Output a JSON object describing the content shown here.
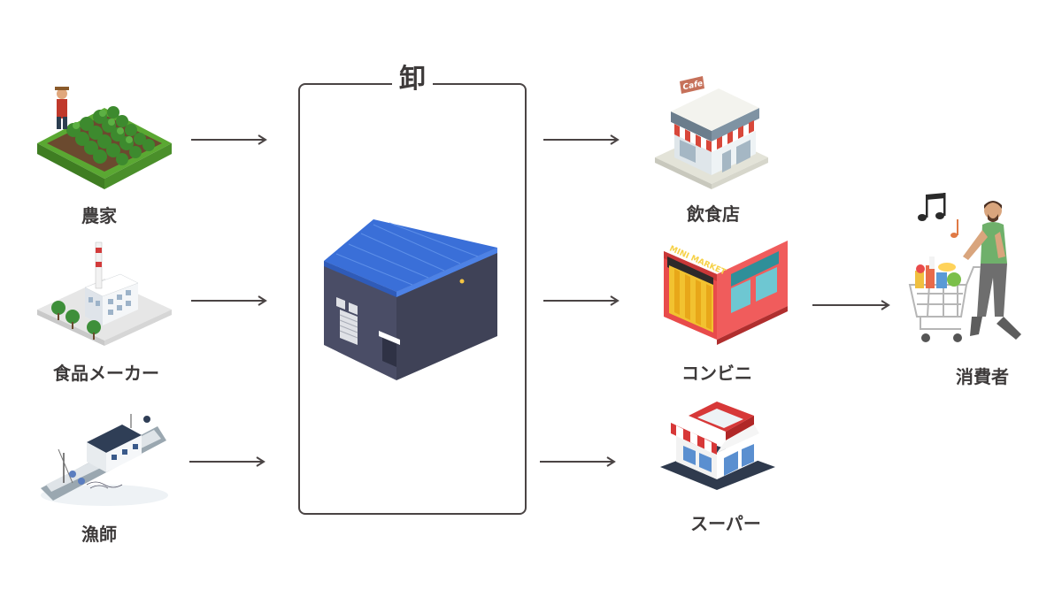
{
  "wholesaler": {
    "title": "卸"
  },
  "producers": [
    {
      "label": "農家",
      "icon": "farm-field-icon"
    },
    {
      "label": "食品メーカー",
      "icon": "factory-icon"
    },
    {
      "label": "漁師",
      "icon": "fishing-boat-icon"
    }
  ],
  "retailers": [
    {
      "label": "飲食店",
      "icon": "cafe-icon",
      "sign": "Cafe"
    },
    {
      "label": "コンビニ",
      "icon": "mini-market-icon",
      "sign": "MINI MARKET"
    },
    {
      "label": "スーパー",
      "icon": "supermarket-icon"
    }
  ],
  "consumer": {
    "label": "消費者",
    "icon": "shopper-with-cart-icon"
  },
  "colors": {
    "text": "#3d3a3a",
    "arrow": "#4a4444",
    "roof": "#3a6fd8",
    "wall": "#3f4257"
  }
}
